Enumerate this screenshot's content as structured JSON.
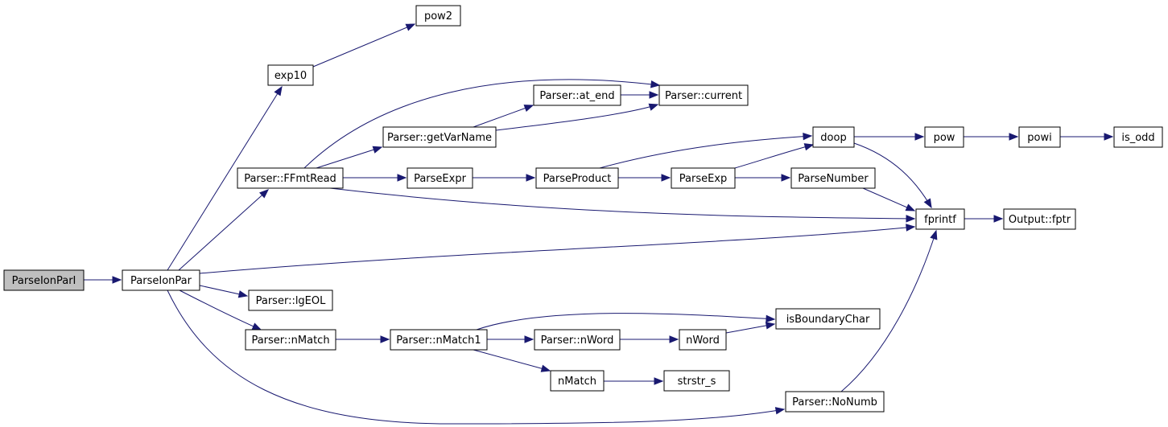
{
  "graph": {
    "nodes": [
      {
        "id": "ParseIonParI",
        "label": "ParseIonParI",
        "highlighted": true
      },
      {
        "id": "ParseIonPar",
        "label": "ParseIonPar"
      },
      {
        "id": "exp10",
        "label": "exp10"
      },
      {
        "id": "pow2",
        "label": "pow2"
      },
      {
        "id": "FFmtRead",
        "label": "Parser::FFmtRead"
      },
      {
        "id": "getVarName",
        "label": "Parser::getVarName"
      },
      {
        "id": "at_end",
        "label": "Parser::at_end"
      },
      {
        "id": "current",
        "label": "Parser::current"
      },
      {
        "id": "ParseExpr",
        "label": "ParseExpr"
      },
      {
        "id": "ParseProduct",
        "label": "ParseProduct"
      },
      {
        "id": "ParseExp",
        "label": "ParseExp"
      },
      {
        "id": "ParseNumber",
        "label": "ParseNumber"
      },
      {
        "id": "doop",
        "label": "doop"
      },
      {
        "id": "pow",
        "label": "pow"
      },
      {
        "id": "powi",
        "label": "powi"
      },
      {
        "id": "is_odd",
        "label": "is_odd"
      },
      {
        "id": "fprintf",
        "label": "fprintf"
      },
      {
        "id": "fptr",
        "label": "Output::fptr"
      },
      {
        "id": "lgEOL",
        "label": "Parser::lgEOL"
      },
      {
        "id": "nMatch_p",
        "label": "Parser::nMatch"
      },
      {
        "id": "nMatch1",
        "label": "Parser::nMatch1"
      },
      {
        "id": "nWord_p",
        "label": "Parser::nWord"
      },
      {
        "id": "nWord",
        "label": "nWord"
      },
      {
        "id": "isBoundaryChar",
        "label": "isBoundaryChar"
      },
      {
        "id": "nMatch",
        "label": "nMatch"
      },
      {
        "id": "strstr_s",
        "label": "strstr_s"
      },
      {
        "id": "NoNumb",
        "label": "Parser::NoNumb"
      }
    ],
    "edges": [
      {
        "from": "ParseIonParI",
        "to": "ParseIonPar"
      },
      {
        "from": "ParseIonPar",
        "to": "exp10"
      },
      {
        "from": "exp10",
        "to": "pow2"
      },
      {
        "from": "ParseIonPar",
        "to": "FFmtRead"
      },
      {
        "from": "ParseIonPar",
        "to": "fprintf"
      },
      {
        "from": "ParseIonPar",
        "to": "lgEOL"
      },
      {
        "from": "ParseIonPar",
        "to": "nMatch_p"
      },
      {
        "from": "ParseIonPar",
        "to": "NoNumb"
      },
      {
        "from": "FFmtRead",
        "to": "current"
      },
      {
        "from": "FFmtRead",
        "to": "getVarName"
      },
      {
        "from": "FFmtRead",
        "to": "ParseExpr"
      },
      {
        "from": "FFmtRead",
        "to": "fprintf"
      },
      {
        "from": "getVarName",
        "to": "at_end"
      },
      {
        "from": "getVarName",
        "to": "current"
      },
      {
        "from": "at_end",
        "to": "current"
      },
      {
        "from": "ParseExpr",
        "to": "ParseProduct"
      },
      {
        "from": "ParseProduct",
        "to": "doop"
      },
      {
        "from": "ParseProduct",
        "to": "ParseExp"
      },
      {
        "from": "ParseExp",
        "to": "doop"
      },
      {
        "from": "ParseExp",
        "to": "ParseNumber"
      },
      {
        "from": "ParseNumber",
        "to": "fprintf"
      },
      {
        "from": "doop",
        "to": "pow"
      },
      {
        "from": "doop",
        "to": "fprintf"
      },
      {
        "from": "pow",
        "to": "powi"
      },
      {
        "from": "powi",
        "to": "is_odd"
      },
      {
        "from": "fprintf",
        "to": "fptr"
      },
      {
        "from": "nMatch_p",
        "to": "nMatch1"
      },
      {
        "from": "nMatch1",
        "to": "isBoundaryChar"
      },
      {
        "from": "nMatch1",
        "to": "nWord_p"
      },
      {
        "from": "nMatch1",
        "to": "nMatch"
      },
      {
        "from": "nWord_p",
        "to": "nWord"
      },
      {
        "from": "nWord",
        "to": "isBoundaryChar"
      },
      {
        "from": "nMatch",
        "to": "strstr_s"
      },
      {
        "from": "NoNumb",
        "to": "fprintf"
      }
    ]
  },
  "colors": {
    "edge": "#191970",
    "node_fill": "#ffffff",
    "highlight_fill": "#bfbfbf",
    "node_border": "#000000"
  }
}
